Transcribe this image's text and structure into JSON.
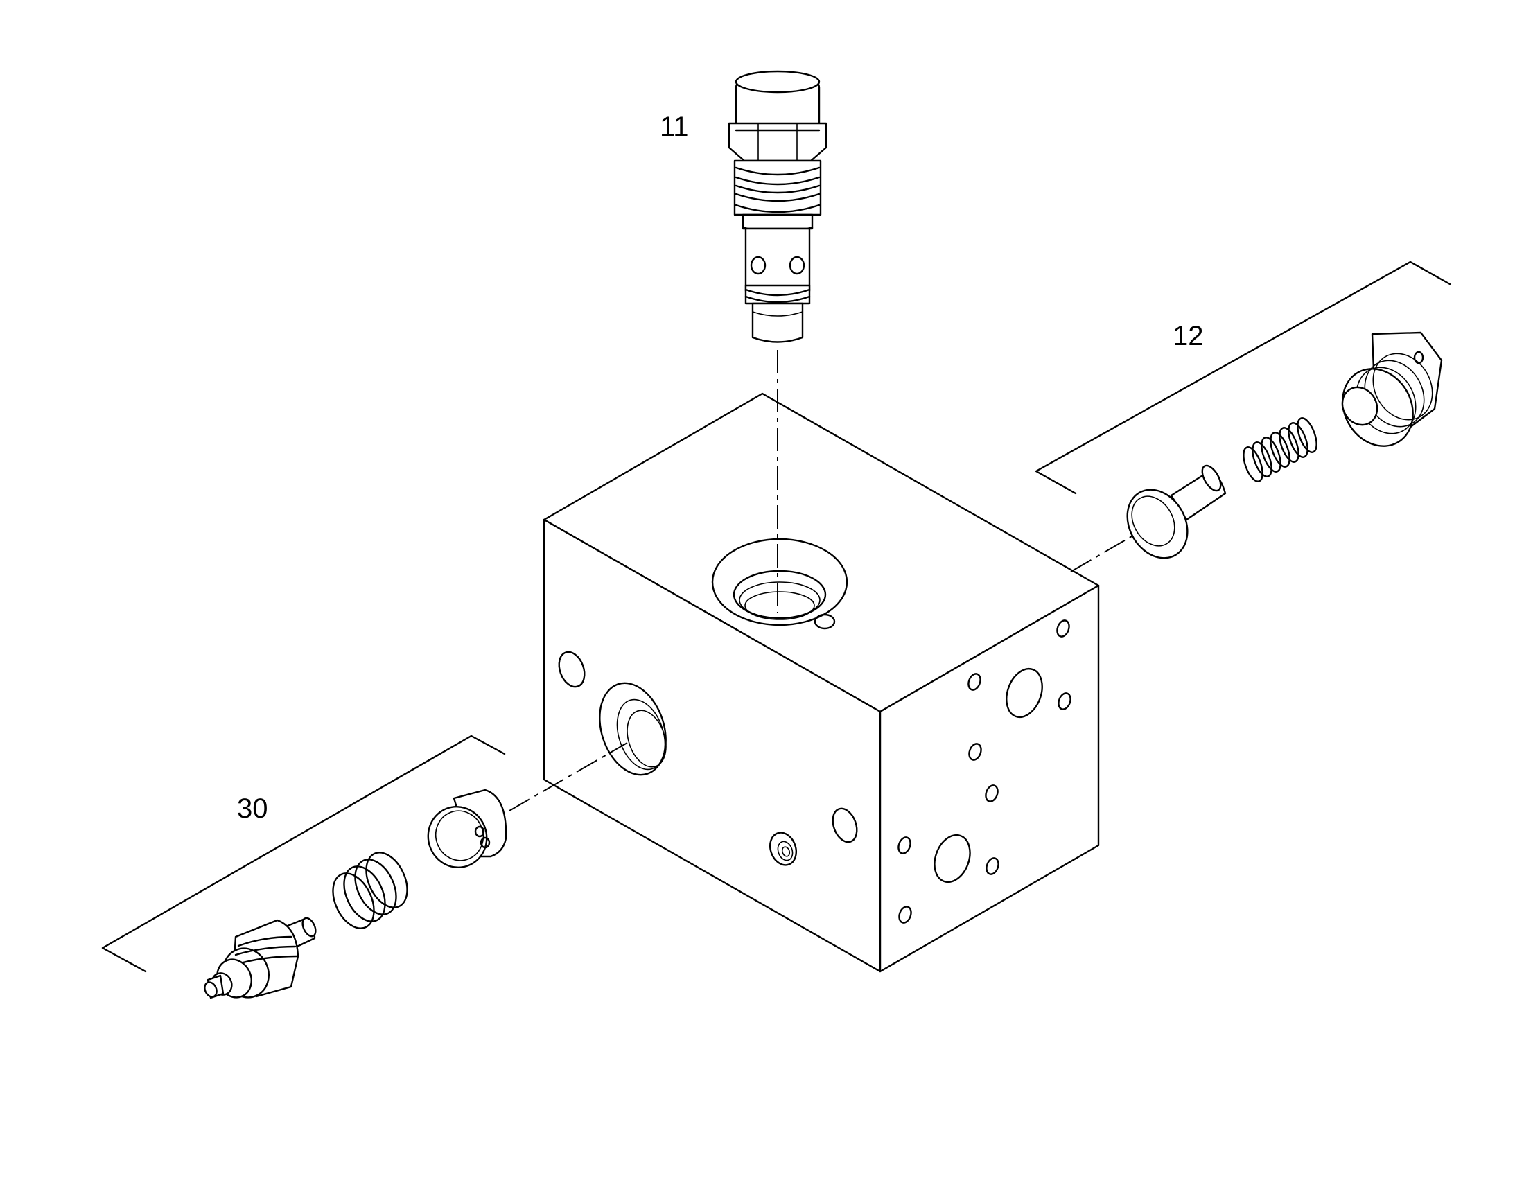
{
  "callouts": {
    "item_11": "11",
    "item_12": "12",
    "item_30": "30"
  },
  "colors": {
    "line": "#000000",
    "background": "#ffffff"
  }
}
